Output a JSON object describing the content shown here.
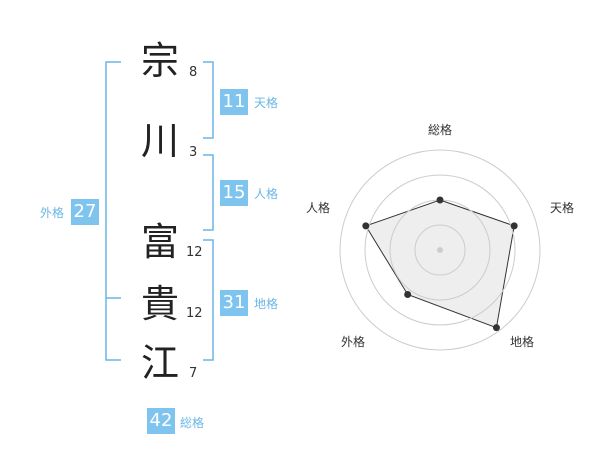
{
  "name": {
    "characters": [
      {
        "char": "宗",
        "strokes": "8"
      },
      {
        "char": "川",
        "strokes": "3"
      },
      {
        "char": "富",
        "strokes": "12"
      },
      {
        "char": "貴",
        "strokes": "12"
      },
      {
        "char": "江",
        "strokes": "7"
      }
    ]
  },
  "fortunes": {
    "tenkaku": {
      "value": "11",
      "label": "天格"
    },
    "jinkaku": {
      "value": "15",
      "label": "人格"
    },
    "chikaku": {
      "value": "31",
      "label": "地格"
    },
    "gaikaku": {
      "value": "27",
      "label": "外格"
    },
    "soukaku": {
      "value": "42",
      "label": "総格"
    }
  },
  "radar": {
    "axes": [
      "総格",
      "天格",
      "地格",
      "外格",
      "人格"
    ],
    "values": [
      0.5,
      0.78,
      0.96,
      0.55,
      0.78
    ],
    "rings": 4,
    "colors": {
      "fill": "#eeeeee",
      "ring": "#cccccc",
      "line": "#333333",
      "point": "#333333",
      "center": "#cccccc"
    }
  },
  "colors": {
    "accent": "#7fc4ef",
    "bracket": "#6ab6e6"
  }
}
